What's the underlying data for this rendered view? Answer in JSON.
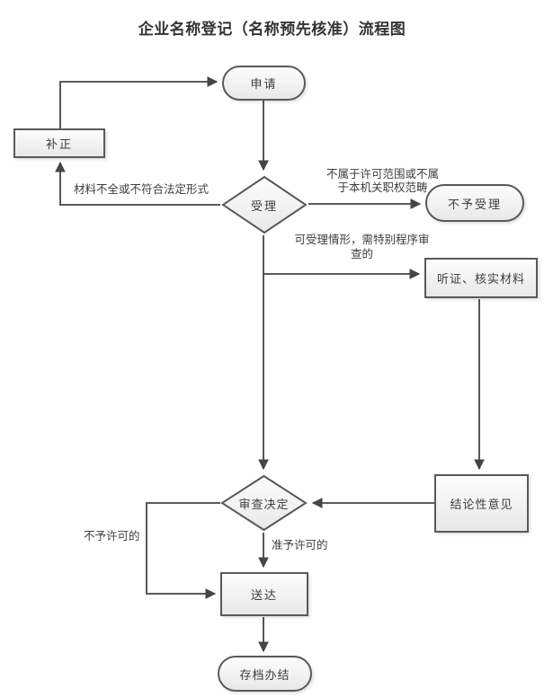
{
  "title": "企业名称登记（名称预先核准）流程图",
  "nodes": {
    "apply": "申请",
    "correction": "补正",
    "accept": "受理",
    "reject": "不予受理",
    "hearing": "听证、核实材料",
    "decision": "审查决定",
    "conclusion": "结论性意见",
    "deliver": "送达",
    "archive": "存档办结"
  },
  "edge_labels": {
    "materials_incomplete": "材料不全或不符合法定形式",
    "not_in_scope": "不属于许可范围或不属\n于本机关职权范畴",
    "special_procedure": "可受理情形，需特别程序审\n查的",
    "approved": "准予许可的",
    "denied": "不予许可的"
  },
  "colors": {
    "connector": "#454545",
    "node_border": "#595959",
    "node_fill_top": "#fdfdfd",
    "node_fill_bottom": "#e8e8e8",
    "text": "#3d3d3d"
  }
}
